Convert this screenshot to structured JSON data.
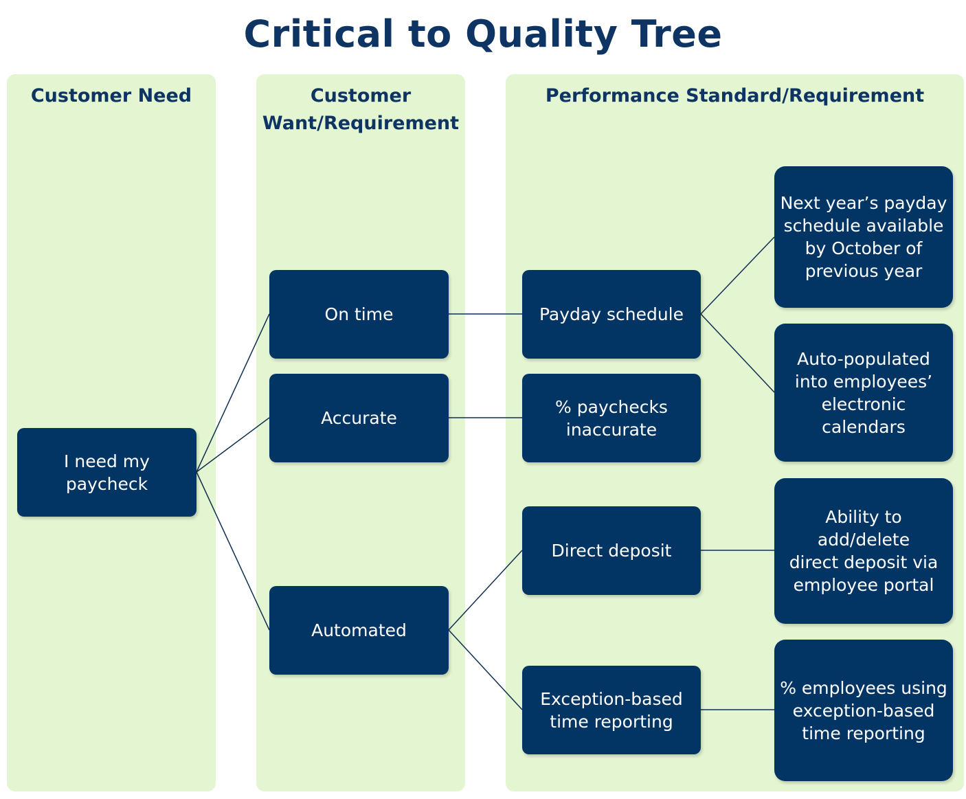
{
  "title": "Critical to Quality Tree",
  "columns": {
    "need": "Customer Need",
    "want": "Customer\nWant/Requirement",
    "standard": "Performance Standard/Requirement"
  },
  "nodes": {
    "need": "I need my paycheck",
    "on_time": "On time",
    "accurate": "Accurate",
    "automated": "Automated",
    "payday_schedule": "Payday schedule",
    "pct_inaccurate": "% paychecks\ninaccurate",
    "direct_deposit": "Direct deposit",
    "exception_reporting": "Exception-based\ntime reporting",
    "next_year_schedule": "Next year’s payday\nschedule available\nby October of\nprevious year",
    "auto_populated": "Auto-populated\ninto employees’\nelectronic\ncalendars",
    "add_delete_deposit": "Ability to add/delete\ndirect deposit via\nemployee portal",
    "pct_employees_exception": "% employees using\nexception-based\ntime reporting"
  },
  "colors": {
    "panel": "#e4f5d2",
    "node": "#033564",
    "heading": "#0d3462",
    "line": "#0f2f52"
  }
}
